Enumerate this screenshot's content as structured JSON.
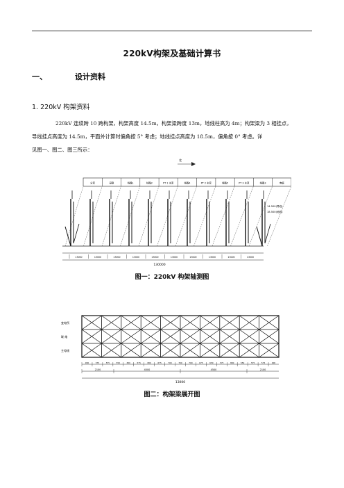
{
  "document": {
    "title": "220kV构架及基础计算书",
    "section1": {
      "number": "一、",
      "title": "设计资料"
    },
    "subsection1": {
      "number": "1.",
      "title": "220kV 构架资料"
    },
    "paragraph": [
      "220kV 连续跨 10 跨构架，构架高度 14.5m，构架梁跨度 13m，地线柱高为 4m；构架梁为 3 相挂点，",
      "导线挂点高度为 14.5m，平面外计算时偏角按 5° 考虑；地线挂点高度为 18.5m，偏角按 0° 考虑。详",
      "见图一、图二、图三所示："
    ],
    "figure1": {
      "caption": "图一：220kV 构架轴测图",
      "top_labels": [
        "分变",
        "母联",
        "线路1",
        "线路2",
        "PT 1 主变",
        "线路4",
        "PT 2 主变",
        "线路5",
        "PT 3 主变",
        "线路3",
        "电缆"
      ],
      "north_label": "北",
      "dims": [
        "13000",
        "13000",
        "13000",
        "13000",
        "13000",
        "13000",
        "13000",
        "13000",
        "13000",
        "13000"
      ],
      "total_dim": "130000",
      "side_labels": [
        "14.500(导线)",
        "18.500(地线)"
      ]
    },
    "figure2": {
      "caption": "图二：构架梁展开图",
      "left_labels": [
        "变电所",
        "联 络",
        "主母线"
      ],
      "dims_row1": [
        "900",
        "575",
        "575",
        "550",
        "650",
        "575",
        "800",
        "675",
        "700",
        "700",
        "700",
        "675",
        "650",
        "575",
        "800",
        "550",
        "575",
        "575",
        "900"
      ],
      "dims_row2": [
        "2100",
        "4500",
        "4500",
        "2100"
      ],
      "total": "13000"
    }
  }
}
